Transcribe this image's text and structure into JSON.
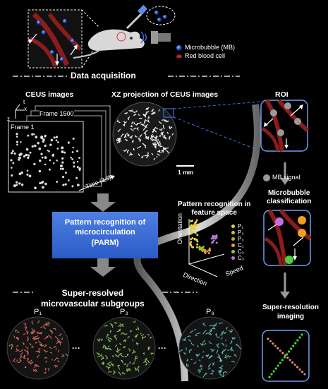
{
  "legend": {
    "microbubble": "Microbubble (MB)",
    "rbc": "Red blood cell"
  },
  "sections": {
    "acquisition": "Data acquisition",
    "ceus_images": "CEUS images",
    "xz_projection": "XZ projection of CEUS images",
    "roi": "ROI",
    "frame_last": "Frame 1500",
    "frame_first": "Frame 1",
    "time_axis": "Time (3 s)",
    "scale_bar": "1 mm",
    "mb_signal": "MB signal",
    "classification": "Microbubble\nclassification",
    "pattern_feature": "Pattern recognition in\nfeature space",
    "parm": "Pattern recognition of\nmicrocirculation\n(PARM)",
    "super_resolved": "Super-resolved\nmicrovascular subgroups",
    "super_res_imaging": "Super-resolution\nimaging"
  },
  "axes_3d": {
    "t": "t",
    "x": "x",
    "z": "z"
  },
  "feature_axes": {
    "orientation": "Orientation",
    "direction": "Direction",
    "speed": "Speed"
  },
  "feature_legend": [
    {
      "label": "P₁",
      "color": "#e8d23a"
    },
    {
      "label": "P₂",
      "color": "#ccc23a"
    },
    {
      "label": "P₃",
      "color": "#b8b02c"
    },
    {
      "label": "C₁",
      "color": "#f09a3c"
    },
    {
      "label": "C₂",
      "color": "#9ac23a"
    },
    {
      "label": "C₃",
      "color": "#b57ad9"
    }
  ],
  "subgroups": [
    {
      "label": "P₁",
      "color": "#e87060"
    },
    {
      "label": "P₃",
      "color": "#8fd45a"
    },
    {
      "label": "P₈",
      "color": "#5cc8c0"
    }
  ],
  "ellipsis": "···"
}
